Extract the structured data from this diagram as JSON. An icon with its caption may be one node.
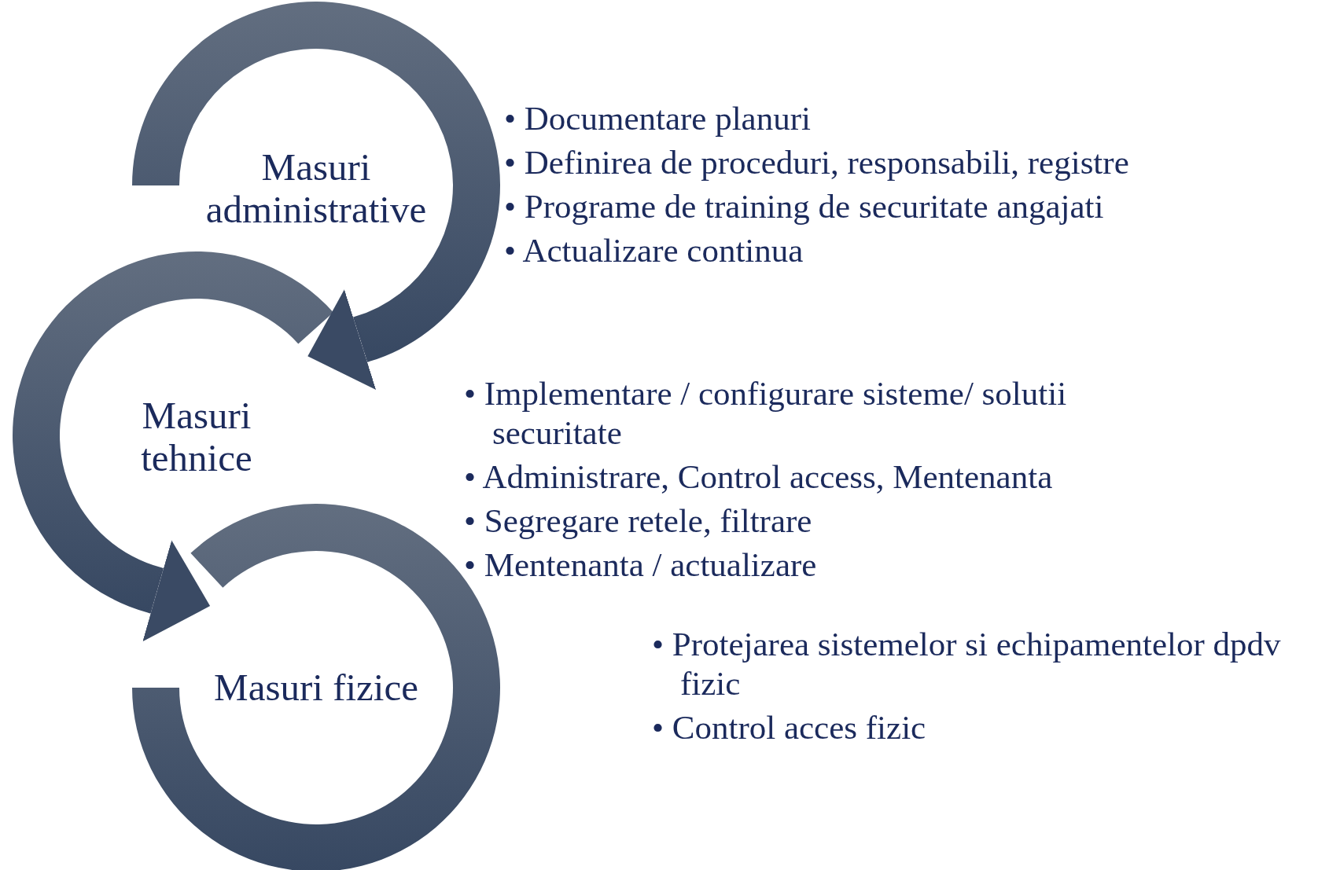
{
  "diagram": {
    "nodes": [
      {
        "text": [
          "Masuri administrative"
        ],
        "beside": [
          "• Documentare planuri",
          "• Definirea de proceduri, responsabili, registre",
          "• Programe de training de securitate angajati",
          "• Actualizare continua"
        ]
      },
      {
        "text": [
          "Masuri tehnice"
        ],
        "beside": [
          "• Implementare / configurare sisteme/ solutii securitate",
          "• Administrare, Control access, Mentenanta",
          "• Segregare retele, filtrare",
          "• Mentenanta / actualizare"
        ]
      },
      {
        "text": [
          "Masuri fizice"
        ],
        "beside": [
          "• Protejarea sistemelor si echipamentelor dpdv fizic",
          "• Control acces fizic"
        ]
      }
    ],
    "edges": [
      {
        "from": 0,
        "to": 1,
        "arrow": "to"
      },
      {
        "from": 1,
        "to": 2,
        "arrow": "to"
      }
    ]
  }
}
